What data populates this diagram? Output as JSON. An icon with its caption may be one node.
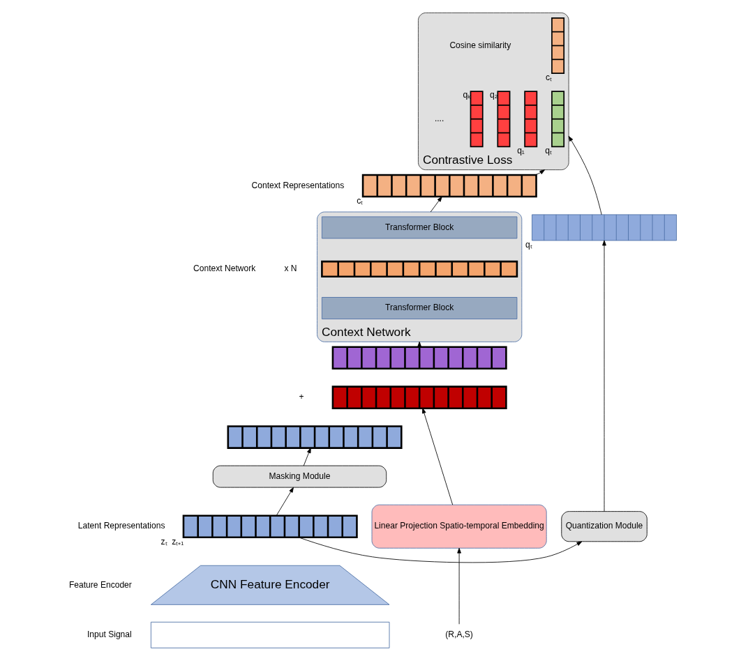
{
  "diagram": {
    "nodes": [
      {
        "text": [],
        "shape": "box"
      },
      {
        "text": [
          "CNN Feature Encoder"
        ]
      },
      {
        "text": [],
        "shape": "bar",
        "beside": [
          "zₜ  zₜ₊₁"
        ]
      },
      {
        "text": [
          "Masking Module"
        ]
      },
      {
        "text": [],
        "shape": "bar"
      },
      {
        "text": [],
        "shape": "bar"
      },
      {
        "text": [],
        "shape": "bar"
      },
      {
        "text": [
          "Context Network"
        ]
      },
      {
        "text": [
          "Transformer Block"
        ],
        "in": 7
      },
      {
        "text": [],
        "shape": "bar",
        "in": 7
      },
      {
        "text": [
          "Transformer Block"
        ],
        "in": 7
      },
      {
        "text": [],
        "shape": "bar",
        "beside": [
          "cₜ"
        ]
      },
      {
        "text": [
          "Contrastive Loss"
        ]
      },
      {
        "text": [],
        "shape": "bar",
        "in": 12,
        "beside": [
          "cₜ"
        ]
      },
      {
        "text": [],
        "shape": "bar",
        "in": 12,
        "beside": [
          "qₜ"
        ]
      },
      {
        "text": [],
        "shape": "bar",
        "in": 12,
        "beside": [
          "q₁"
        ]
      },
      {
        "text": [],
        "shape": "bar",
        "in": 12,
        "beside": [
          "q₂"
        ]
      },
      {
        "text": [],
        "shape": "bar",
        "in": 12,
        "beside": [
          "qₖ"
        ]
      },
      {
        "text": [],
        "shape": "bar",
        "beside": [
          "qₜ"
        ]
      },
      {
        "text": [
          "Linear Projection Spatio-temporal Embedding"
        ]
      },
      {
        "text": [
          "Quantization Module"
        ]
      },
      {
        "text": [
          "(R,A,S)"
        ]
      }
    ],
    "edges": [
      {
        "from": 2,
        "to": 3,
        "arrow": "to"
      },
      {
        "from": 3,
        "to": 6,
        "arrow": "to"
      },
      {
        "from": 4,
        "to": 7,
        "arrow": "to"
      },
      {
        "from": 7,
        "to": 11,
        "arrow": "to"
      },
      {
        "from": 11,
        "to": 12,
        "arrow": "to"
      },
      {
        "from": 2,
        "to": 20,
        "arrow": "to"
      },
      {
        "from": 21,
        "to": 19,
        "arrow": "to"
      },
      {
        "from": 19,
        "to": 5,
        "arrow": "to"
      },
      {
        "from": 20,
        "to": 18,
        "arrow": "to"
      },
      {
        "from": 18,
        "to": 12,
        "arrow": "to"
      }
    ],
    "labels": [
      "Context Representations",
      "Context Network",
      "Latent Representations",
      "Feature Encoder",
      "Input Signal",
      "x N",
      "+",
      "Cosine similarity",
      "...."
    ]
  }
}
